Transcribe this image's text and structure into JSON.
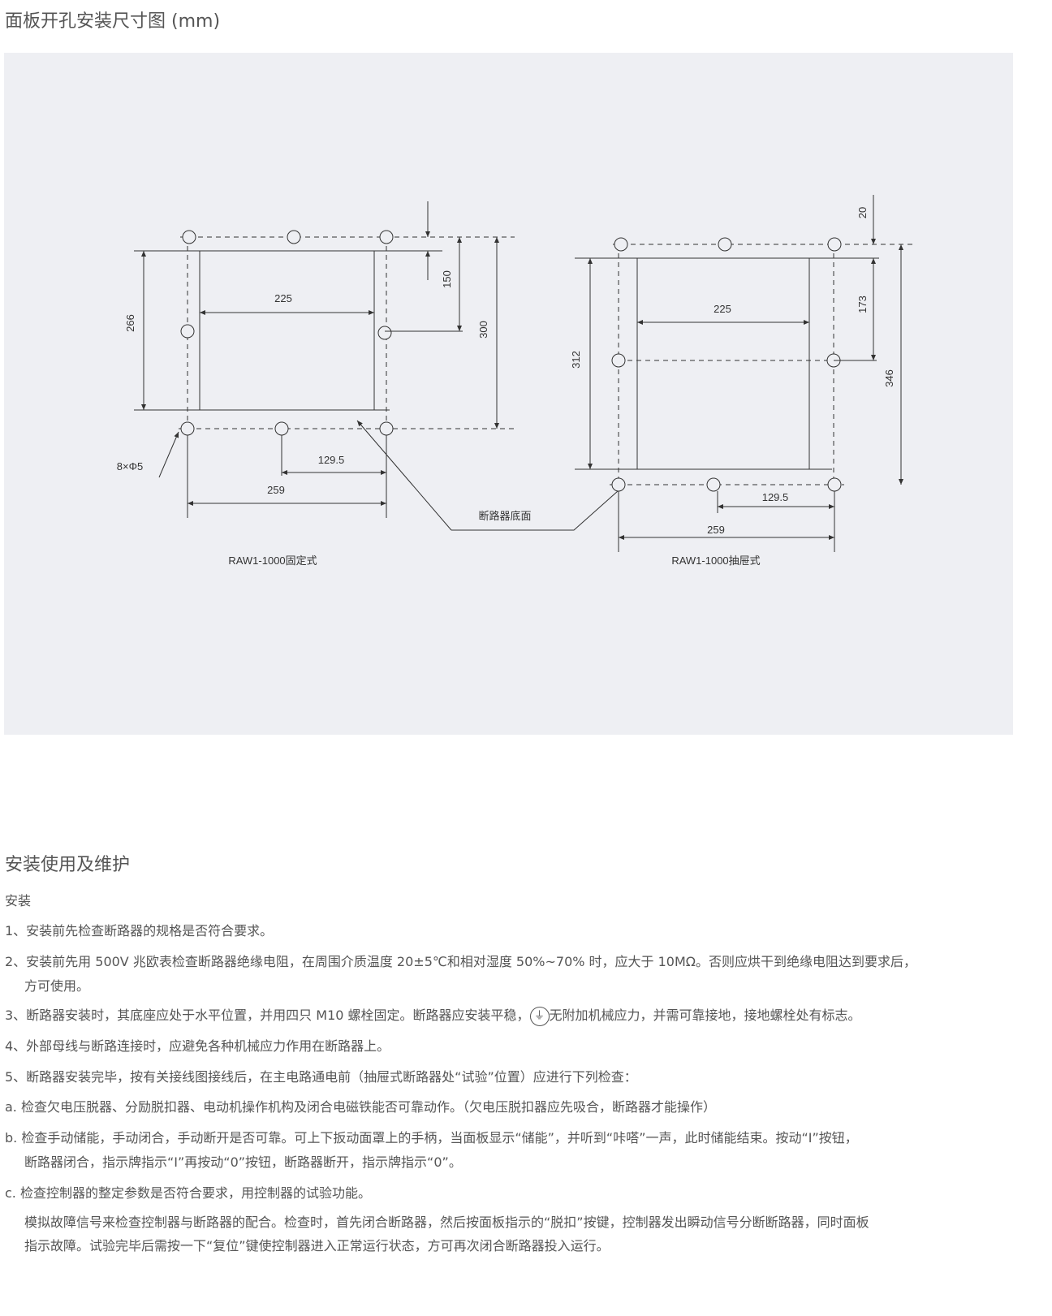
{
  "page_title": "面板开孔安装尺寸图 (mm)",
  "diagram": {
    "fixed": {
      "caption": "RAW1-1000固定式",
      "dims": {
        "d266": "266",
        "d225": "225",
        "d150": "150",
        "d300": "300",
        "d129_5": "129.5",
        "d259": "259",
        "holes": "8×Φ5"
      }
    },
    "drawer": {
      "caption": "RAW1-1000抽屉式",
      "dims": {
        "d20": "20",
        "d312": "312",
        "d225": "225",
        "d173": "173",
        "d346": "346",
        "d129_5": "129.5",
        "d259": "259"
      }
    },
    "bottom_label": "断路器底面"
  },
  "section": {
    "title": "安装使用及维护",
    "subtitle": "安装",
    "items": [
      "1、安装前先检查断路器的规格是否符合要求。",
      "2、安装前先用 500V 兆欧表检查断路器绝缘电阻，在周围介质温度 20±5℃和相对湿度 50%~70% 时，应大于 10MΩ。否则应烘干到绝缘电阻达到要求后，",
      "方可使用。",
      "3、断路器安装时，其底座应处于水平位置，并用四只 M10 螺栓固定。断路器应安装平稳，",
      "无附加机械应力，并需可靠接地，接地螺栓处有标志。",
      "4、外部母线与断路连接时，应避免各种机械应力作用在断路器上。",
      "5、断路器安装完毕，按有关接线图接线后，在主电路通电前（抽屉式断路器处“试验”位置）应进行下列检查：",
      "a. 检查欠电压脱器、分励脱扣器、电动机操作机构及闭合电磁铁能否可靠动作。（欠电压脱扣器应先吸合，断路器才能操作）",
      "b. 检查手动储能，手动闭合，手动断开是否可靠。可上下扳动面罩上的手柄，当面板显示“储能”，并听到“咔嗒”一声，此时储能结束。按动“I”按钮，",
      "断路器闭合，指示牌指示“I”再按动“0”按钮，断路器断开，指示牌指示“0”。",
      "c. 检查控制器的整定参数是否符合要求，用控制器的试验功能。",
      "模拟故障信号来检查控制器与断路器的配合。检查时，首先闭合断路器，然后按面板指示的“脱扣”按键，控制器发出瞬动信号分断断路器，同时面板",
      "指示故障。试验完毕后需按一下“复位”键使控制器进入正常运行状态，方可再次闭合断路器投入运行。"
    ]
  }
}
